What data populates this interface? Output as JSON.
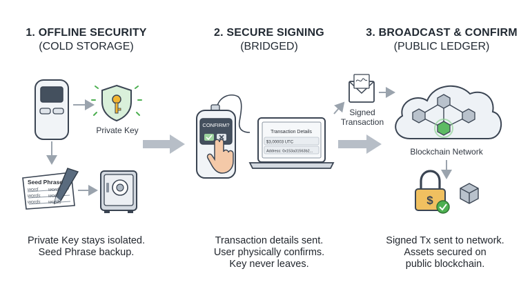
{
  "columns": [
    {
      "title": "1. OFFLINE SECURITY",
      "subtitle": "(COLD STORAGE)",
      "caption_lines": [
        "Private Key stays isolated.",
        "Seed Phrase backup."
      ]
    },
    {
      "title": "2. SECURE SIGNING",
      "subtitle": "(BRIDGED)",
      "caption_lines": [
        "Transaction details sent.",
        "User physically confirms.",
        "Key never leaves."
      ]
    },
    {
      "title": "3. BROADCAST & CONFIRM",
      "subtitle": "(PUBLIC LEDGER)",
      "caption_lines": [
        "Signed Tx sent to network.",
        "Assets secured on",
        "public blockchain."
      ]
    }
  ],
  "labels": {
    "private_key": "Private Key",
    "seed_phrase": "Seed Phrase",
    "seed_words": [
      "word",
      "words",
      "words",
      "word",
      "words",
      "words"
    ],
    "device_prompt": "CONFIRM?",
    "tx_details_title": "Transaction Details",
    "tx_amount": "$3,00003 UTC",
    "tx_address": "Address: 0x153a31563b2...",
    "signed_tx_line1": "Signed",
    "signed_tx_line2": "Transaction",
    "blockchain_network": "Blockchain Network",
    "dollar_sign": "$"
  },
  "icons": {
    "hardware_wallet": "hardware-wallet-icon",
    "shield_key": "shield-key-icon",
    "seed_paper": "seed-phrase-paper-icon",
    "pen": "pen-icon",
    "safe": "safe-icon",
    "signing_device": "signing-device-icon",
    "hand": "hand-pointer-icon",
    "laptop": "laptop-icon",
    "envelope": "signed-envelope-icon",
    "cloud": "cloud-network-icon",
    "lock": "padlock-icon",
    "check": "check-badge-icon"
  },
  "colors": {
    "accent_green": "#4caf50",
    "key_gold": "#f2b632",
    "lock_gold": "#f0c060",
    "stroke": "#3a4452",
    "arrow_gray": "#b7bec7",
    "screen_dark": "#44505e"
  }
}
